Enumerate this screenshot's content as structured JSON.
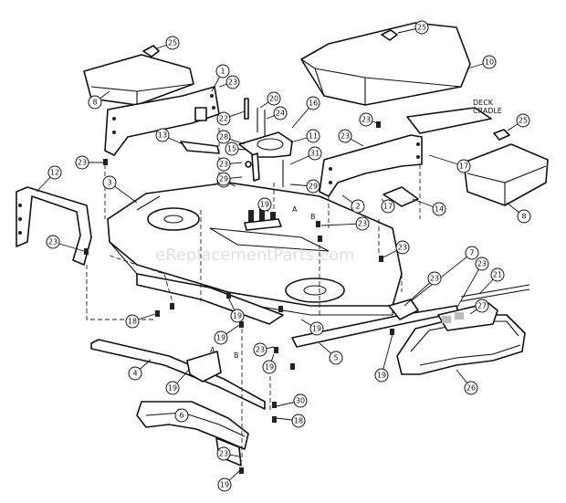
{
  "diagram": {
    "watermark": "eReplacementParts.com",
    "deck_cradle_label": [
      "DECK",
      "CRADLE"
    ],
    "section_marks": [
      "A",
      "B",
      "A",
      "B"
    ]
  },
  "callouts": [
    {
      "id": "c1",
      "label": "1"
    },
    {
      "id": "c2",
      "label": "2"
    },
    {
      "id": "c3",
      "label": "3"
    },
    {
      "id": "c4",
      "label": "4"
    },
    {
      "id": "c5",
      "label": "5"
    },
    {
      "id": "c6",
      "label": "6"
    },
    {
      "id": "c7",
      "label": "7"
    },
    {
      "id": "c8a",
      "label": "8"
    },
    {
      "id": "c8b",
      "label": "8"
    },
    {
      "id": "c10",
      "label": "10"
    },
    {
      "id": "c11",
      "label": "11"
    },
    {
      "id": "c12",
      "label": "12"
    },
    {
      "id": "c13",
      "label": "13"
    },
    {
      "id": "c14",
      "label": "14"
    },
    {
      "id": "c15",
      "label": "15"
    },
    {
      "id": "c16",
      "label": "16"
    },
    {
      "id": "c17a",
      "label": "17"
    },
    {
      "id": "c17b",
      "label": "17"
    },
    {
      "id": "c18a",
      "label": "18"
    },
    {
      "id": "c18b",
      "label": "18"
    },
    {
      "id": "c19a",
      "label": "19"
    },
    {
      "id": "c19b",
      "label": "19"
    },
    {
      "id": "c19c",
      "label": "19"
    },
    {
      "id": "c19d",
      "label": "19"
    },
    {
      "id": "c19e",
      "label": "19"
    },
    {
      "id": "c19f",
      "label": "19"
    },
    {
      "id": "c19g",
      "label": "19"
    },
    {
      "id": "c19h",
      "label": "19"
    },
    {
      "id": "c19i",
      "label": "19"
    },
    {
      "id": "c20",
      "label": "20"
    },
    {
      "id": "c21",
      "label": "21"
    },
    {
      "id": "c22",
      "label": "22"
    },
    {
      "id": "c23a",
      "label": "23"
    },
    {
      "id": "c23b",
      "label": "23"
    },
    {
      "id": "c23c",
      "label": "23"
    },
    {
      "id": "c23d",
      "label": "23"
    },
    {
      "id": "c23e",
      "label": "23"
    },
    {
      "id": "c23f",
      "label": "23"
    },
    {
      "id": "c23g",
      "label": "23"
    },
    {
      "id": "c23h",
      "label": "23"
    },
    {
      "id": "c23i",
      "label": "23"
    },
    {
      "id": "c23j",
      "label": "23"
    },
    {
      "id": "c23k",
      "label": "23"
    },
    {
      "id": "c23l",
      "label": "23"
    },
    {
      "id": "c24",
      "label": "24"
    },
    {
      "id": "c25a",
      "label": "25"
    },
    {
      "id": "c25b",
      "label": "25"
    },
    {
      "id": "c25c",
      "label": "25"
    },
    {
      "id": "c26",
      "label": "26"
    },
    {
      "id": "c27",
      "label": "27"
    },
    {
      "id": "c28",
      "label": "28"
    },
    {
      "id": "c29a",
      "label": "29"
    },
    {
      "id": "c29b",
      "label": "29"
    },
    {
      "id": "c30",
      "label": "30"
    },
    {
      "id": "c31",
      "label": "31"
    }
  ]
}
